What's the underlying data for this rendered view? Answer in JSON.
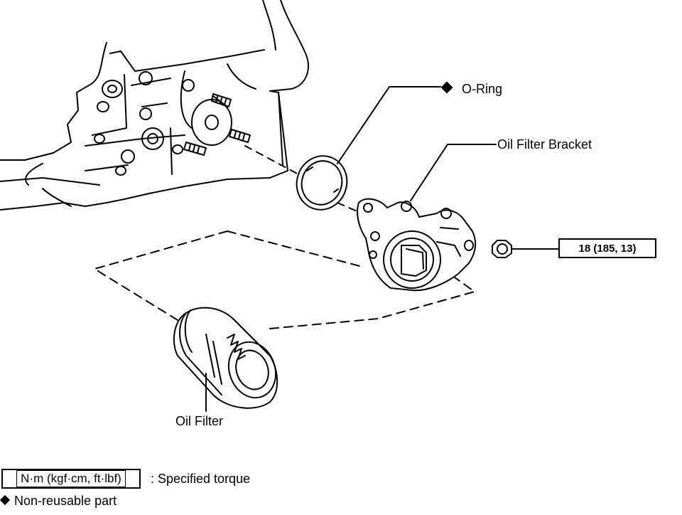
{
  "labels": {
    "o_ring": "O-Ring",
    "oil_filter_bracket": "Oil Filter Bracket",
    "oil_filter": "Oil Filter"
  },
  "torque": {
    "value": "18 (185, 13)"
  },
  "legend": {
    "units_box": "N·m (kgf·cm, ft·lbf)",
    "specified_torque": ":  Specified torque",
    "non_reusable": "Non-reusable part"
  }
}
